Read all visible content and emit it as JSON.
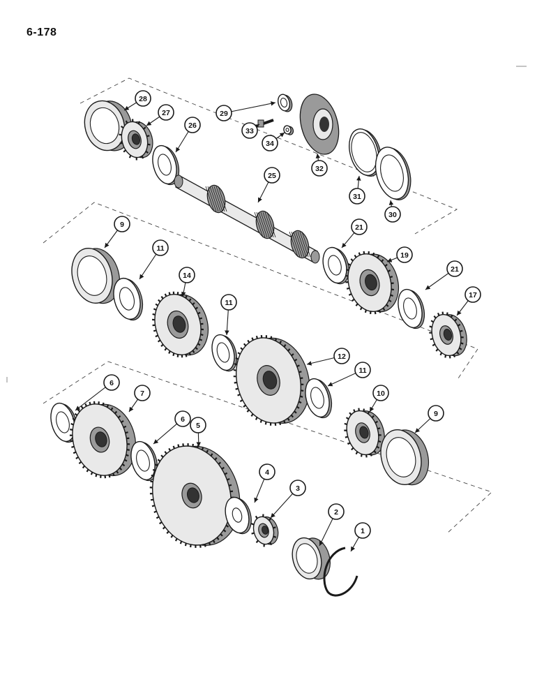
{
  "page": {
    "number": "6-178"
  },
  "colors": {
    "ink": "#1a1a1a",
    "shade": "#9a9a9a",
    "light": "#e9e9e9",
    "paper": "#ffffff"
  },
  "diagram": {
    "parts": [
      {
        "id": "1",
        "name": "snap-ring"
      },
      {
        "id": "2",
        "name": "bearing-cup"
      },
      {
        "id": "3",
        "name": "bearing-cone"
      },
      {
        "id": "4",
        "name": "thrust-washer"
      },
      {
        "id": "5",
        "name": "large-gear"
      },
      {
        "id": "6",
        "name": "thrust-washer"
      },
      {
        "id": "7",
        "name": "gear"
      },
      {
        "id": "9",
        "name": "coupler"
      },
      {
        "id": "10",
        "name": "hub"
      },
      {
        "id": "11",
        "name": "thrust-washer"
      },
      {
        "id": "12",
        "name": "gear"
      },
      {
        "id": "14",
        "name": "gear"
      },
      {
        "id": "17",
        "name": "hub"
      },
      {
        "id": "19",
        "name": "gear"
      },
      {
        "id": "21",
        "name": "thrust-washer"
      },
      {
        "id": "25",
        "name": "shaft"
      },
      {
        "id": "26",
        "name": "thrust-washer"
      },
      {
        "id": "27",
        "name": "bearing-cone"
      },
      {
        "id": "28",
        "name": "bearing-cup"
      },
      {
        "id": "29",
        "name": "shim"
      },
      {
        "id": "30",
        "name": "gasket"
      },
      {
        "id": "31",
        "name": "o-ring"
      },
      {
        "id": "32",
        "name": "retainer"
      },
      {
        "id": "33",
        "name": "bolt"
      },
      {
        "id": "34",
        "name": "nut"
      }
    ]
  }
}
